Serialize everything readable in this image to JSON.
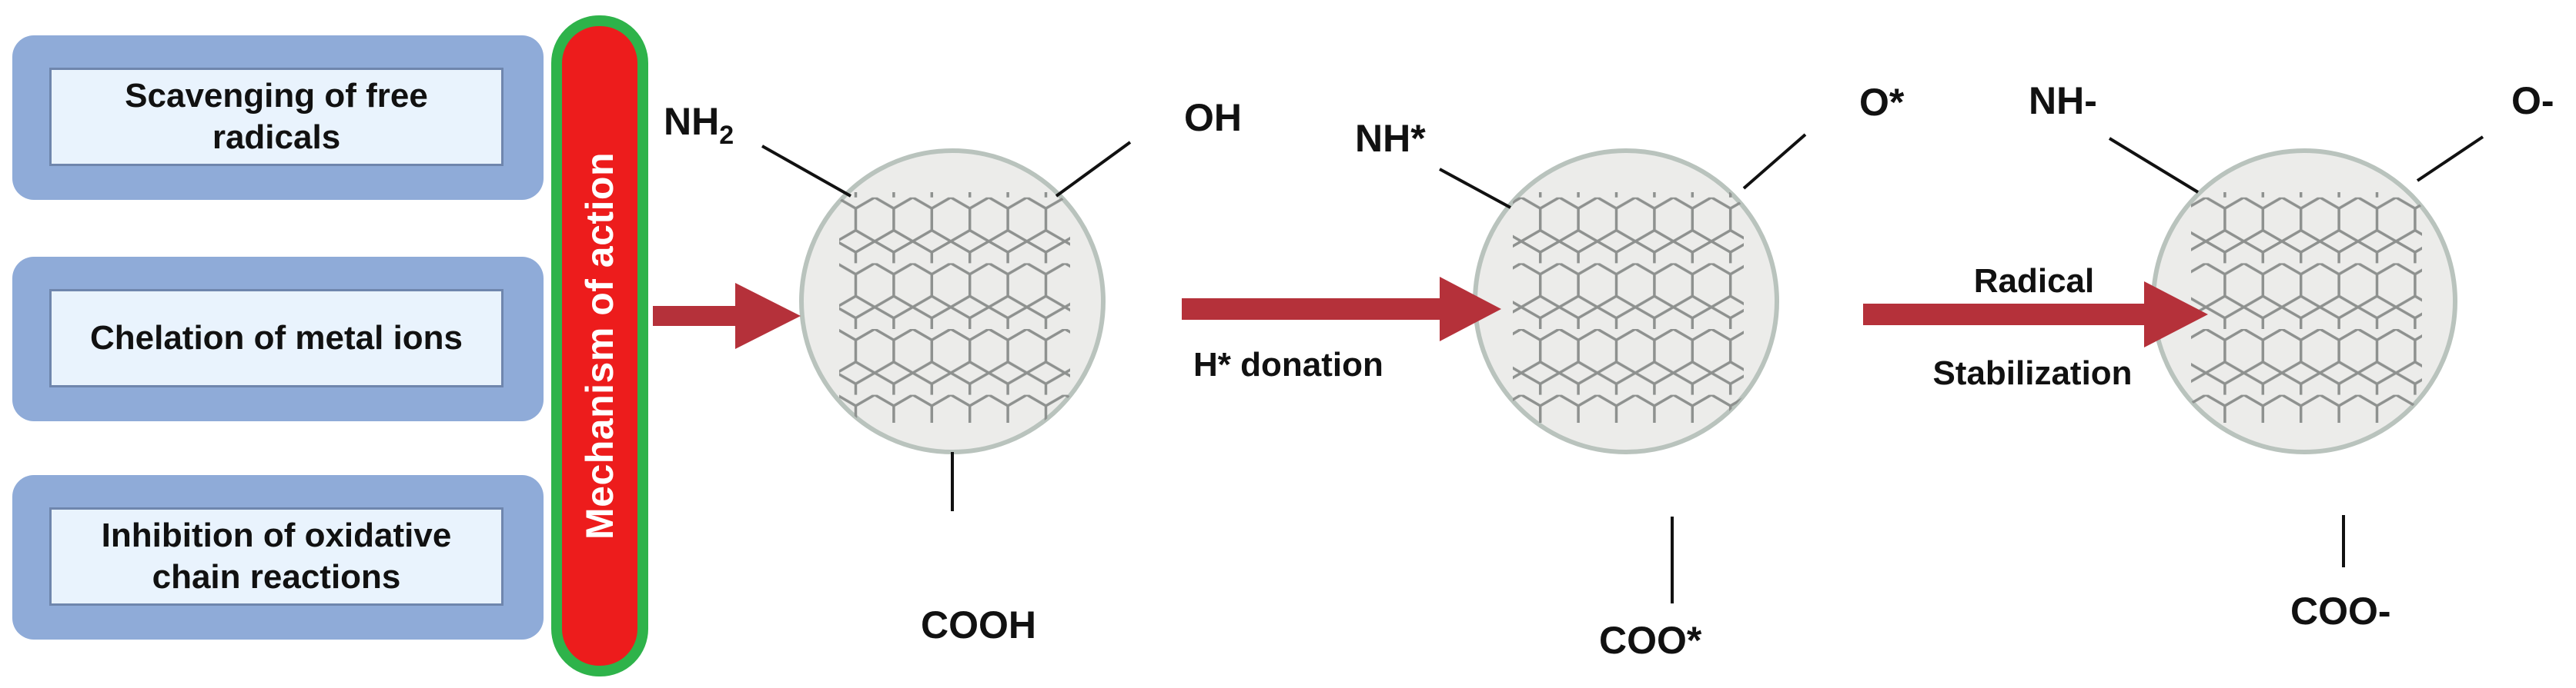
{
  "mechanisms": [
    "Scavenging of free radicals",
    "Chelation of metal ions",
    "Inhibition of oxidative chain reactions"
  ],
  "side_label": "Mechanism of action",
  "molecules": [
    {
      "upper_left": "NH",
      "upper_left_sub": "2",
      "upper_right": "OH",
      "bottom": "COOH"
    },
    {
      "upper_left": "NH*",
      "upper_left_sub": "",
      "upper_right": "O*",
      "bottom": "COO*"
    },
    {
      "upper_left": "NH-",
      "upper_left_sub": "",
      "upper_right": "O-",
      "bottom": "COO-"
    }
  ],
  "steps": [
    {
      "label_top": "",
      "label_bottom": "H* donation"
    },
    {
      "label_top": "Radical",
      "label_bottom": "Stabilization"
    }
  ],
  "colors": {
    "arrow": "#b5313a",
    "pill": "#ed1c1c",
    "pill_border": "#2eb34a",
    "box_outer": "#8fabd8",
    "box_inner": "#e9f3fd",
    "sphere_fill": "#ececea",
    "sphere_stroke": "#b9c3bd"
  }
}
